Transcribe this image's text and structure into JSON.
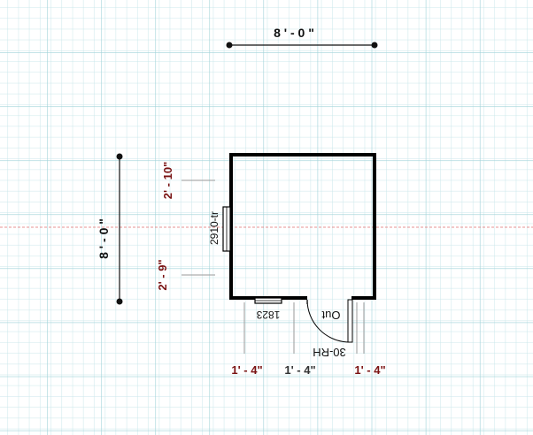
{
  "colors": {
    "grid_minor": "#c9e6ea",
    "grid_major": "#9fd2d8",
    "wall": "#000000",
    "dim_dark": "#111111",
    "dim_red": "#7a1212",
    "ext_line": "#9a9a9a",
    "center_line": "#e07070"
  },
  "dimensions": {
    "top_width": "8 ' - 0 \"",
    "left_height": "8 ' - 0 \"",
    "left_upper": "2' - 10\"",
    "left_lower": "2' - 9\"",
    "bottom_left": "1' - 4\"",
    "bottom_mid": "1' - 4\"",
    "bottom_right": "1' - 4\""
  },
  "openings": {
    "left_window": "2910-tr",
    "bottom_window": "1823",
    "door_code": "30-RH",
    "door_swing": "Out"
  }
}
